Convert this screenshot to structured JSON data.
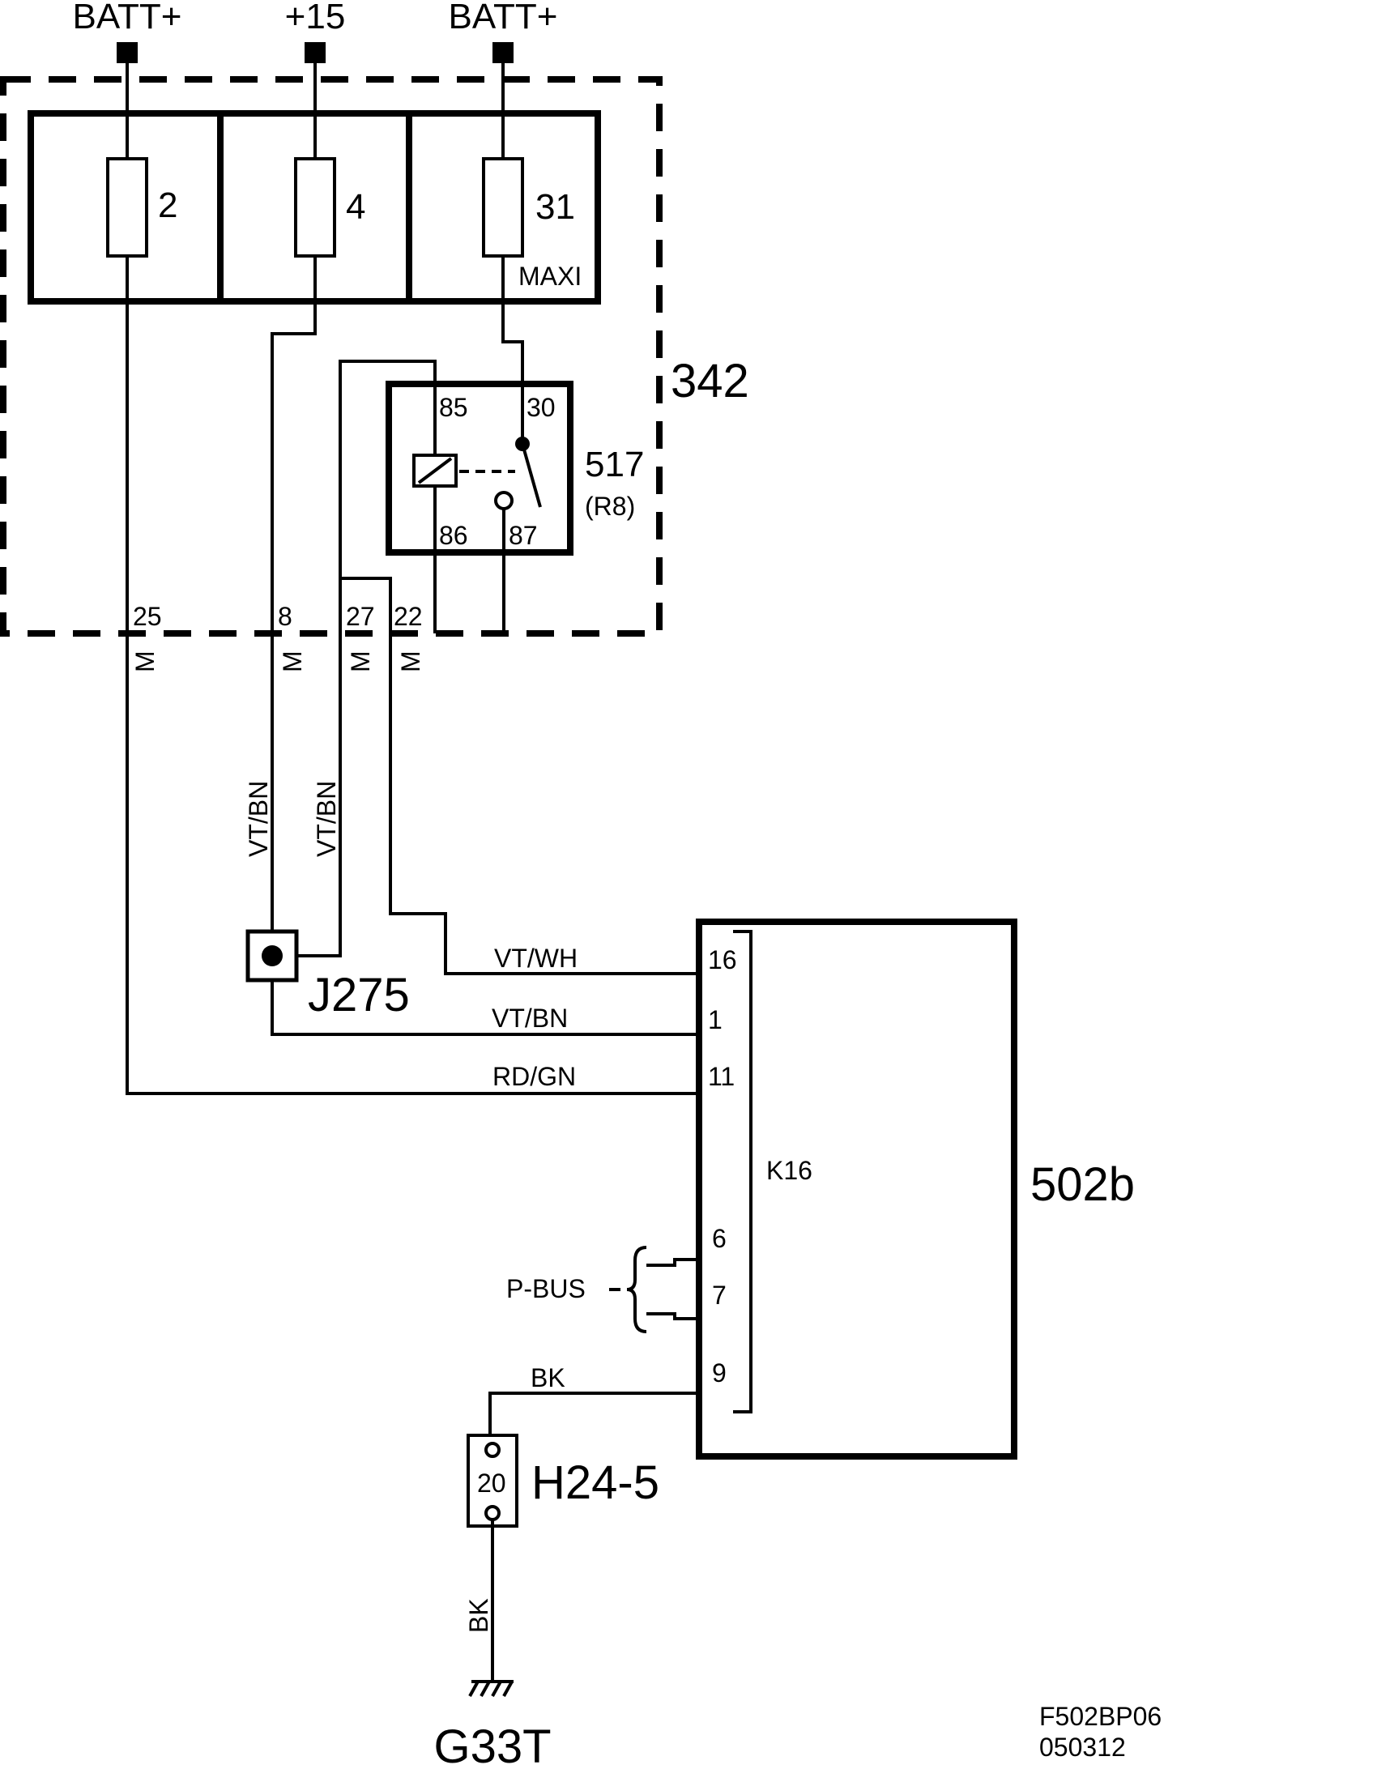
{
  "terminals": {
    "batt_left": "BATT+",
    "ign_15": "+15",
    "batt_right": "BATT+"
  },
  "fuse_box": {
    "id": "342",
    "fuses": [
      {
        "number": "2"
      },
      {
        "number": "4"
      },
      {
        "number": "31",
        "type": "MAXI"
      }
    ],
    "pins": [
      "25",
      "8",
      "27",
      "22"
    ],
    "connector_label": "M"
  },
  "relay": {
    "id": "517",
    "alt_id": "(R8)",
    "pins": {
      "p85": "85",
      "p30": "30",
      "p86": "86",
      "p87": "87"
    }
  },
  "wires": {
    "left_vt_bn": "VT/BN",
    "right_vt_bn": "VT/BN",
    "vt_wh": "VT/WH",
    "vt_bn_h": "VT/BN",
    "rd_gn": "RD/GN",
    "bk_top": "BK",
    "bk_bottom": "BK"
  },
  "splice": {
    "id": "J275"
  },
  "module": {
    "id": "502b",
    "connector": "K16",
    "pins": {
      "p16": "16",
      "p1": "1",
      "p11": "11",
      "p6": "6",
      "p7": "7",
      "p9": "9"
    },
    "bus_label": "P-BUS"
  },
  "ground_connector": {
    "id": "H24-5",
    "pin": "20"
  },
  "ground_point": {
    "id": "G33T"
  },
  "footer": {
    "code": "F502BP06",
    "date": "050312"
  }
}
